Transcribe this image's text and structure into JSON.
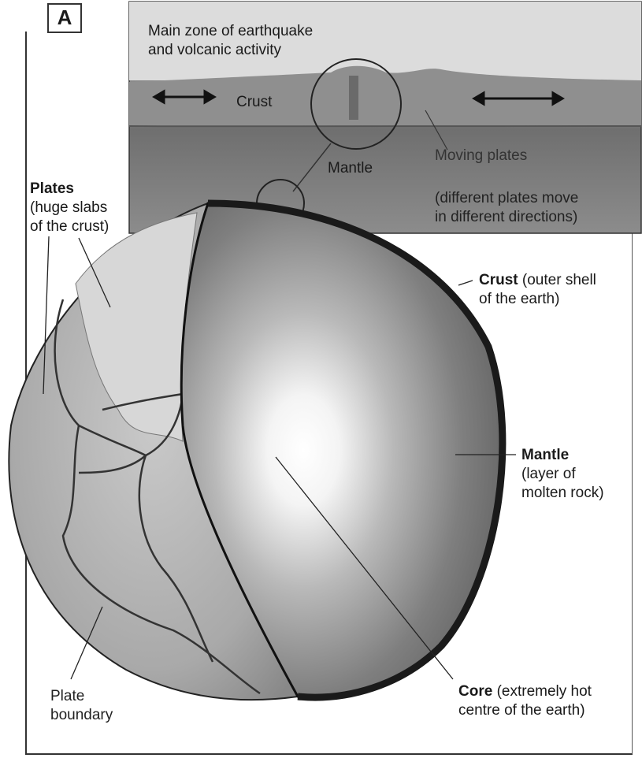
{
  "figure_tag": "A",
  "inset": {
    "zone_label_line1": "Main zone of earthquake",
    "zone_label_line2": "and volcanic activity",
    "crust_label": "Crust",
    "mantle_label": "Mantle",
    "moving_plates_label": "Moving plates",
    "directions_line1": "(different plates move",
    "directions_line2": "in different directions)"
  },
  "labels": {
    "plates_title": "Plates",
    "plates_line1": "(huge slabs",
    "plates_line2": "of the crust)",
    "crust_title": "Crust",
    "crust_line1": "(outer shell",
    "crust_line2": "of the earth)",
    "mantle_title": "Mantle",
    "mantle_line1": "(layer of",
    "mantle_line2": "molten rock)",
    "core_title": "Core",
    "core_line1": "(extremely hot",
    "core_line2": "centre of the earth)",
    "boundary_line1": "Plate",
    "boundary_line2": "boundary"
  }
}
